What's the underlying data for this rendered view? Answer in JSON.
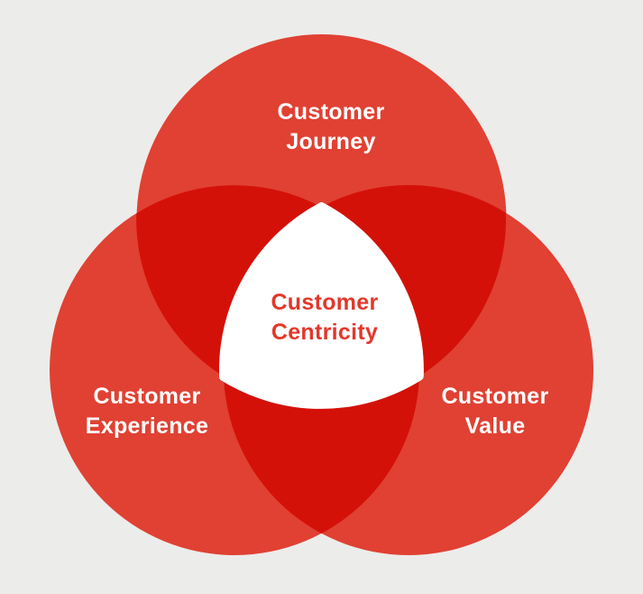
{
  "colors": {
    "background": "#ececea",
    "circle": "#e04133",
    "overlap": "#d41109",
    "center_shape": "#ffffff",
    "center_text": "#e2382b",
    "circle_label_text": "#ffffff"
  },
  "labels": {
    "top_circle": {
      "line1": "Customer",
      "line2": "Journey"
    },
    "left_circle": {
      "line1": "Customer",
      "line2": "Experience"
    },
    "right_circle": {
      "line1": "Customer",
      "line2": "Value"
    },
    "center": {
      "line1": "Customer",
      "line2": "Centricity"
    }
  }
}
